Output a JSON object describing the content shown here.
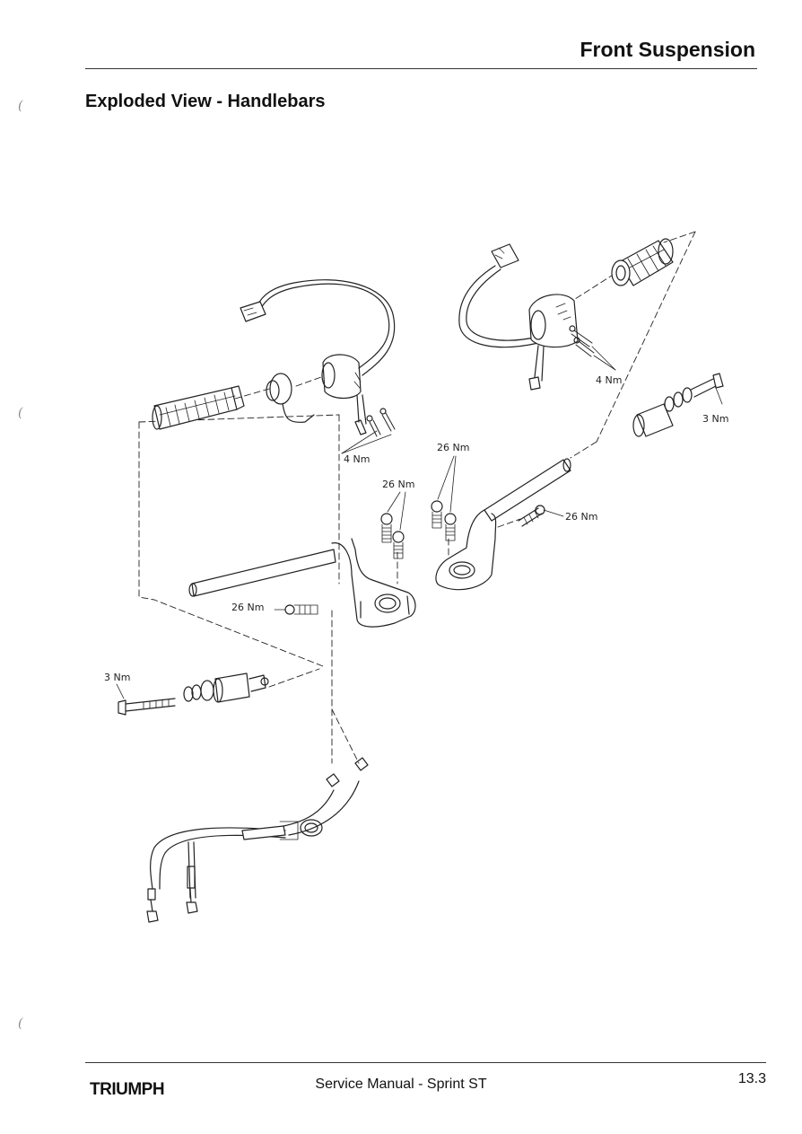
{
  "header": {
    "section_title": "Front Suspension"
  },
  "page": {
    "heading": "Exploded View - Handlebars"
  },
  "diagram": {
    "torque_labels": {
      "left_switch_screws": "4 Nm",
      "right_switch_screws": "4 Nm",
      "right_bar_end": "3 Nm",
      "left_bar_end": "3 Nm",
      "left_clamp_top": "26 Nm",
      "right_clamp_top": "26 Nm",
      "right_pinch_bolt": "26 Nm",
      "left_pinch_bolt": "26 Nm"
    }
  },
  "footer": {
    "brand": "TRIUMPH",
    "manual_title": "Service Manual - Sprint ST",
    "page_number": "13.3"
  }
}
